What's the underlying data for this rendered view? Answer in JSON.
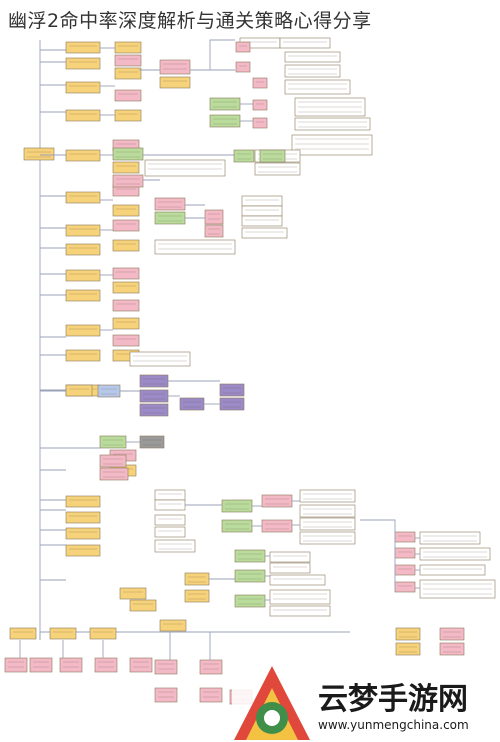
{
  "title": "幽浮2命中率深度解析与通关策略心得分享",
  "watermark": {
    "name": "云梦手游网",
    "url": "www.yunmengchina.com"
  },
  "colors": {
    "line": "#9aa2b8",
    "orange": "#f6d27a",
    "pink": "#f3b9c6",
    "green": "#b9dc9c",
    "purple": "#9a8ac7",
    "blue": "#b6c8ea",
    "grey": "#9a9a9a",
    "note": "#ffffff"
  }
}
